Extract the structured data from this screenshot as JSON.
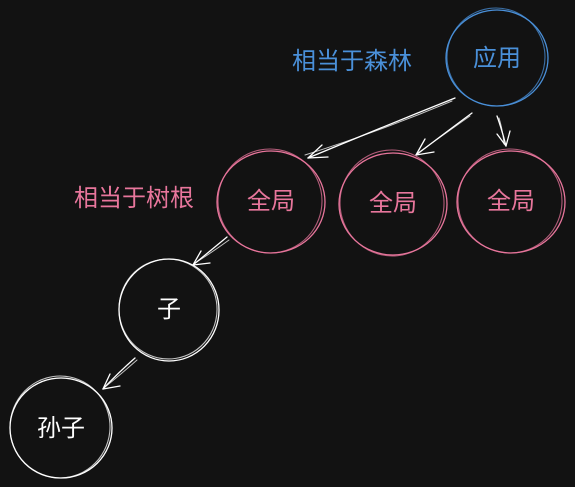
{
  "colors": {
    "background": "#121212",
    "forest": "#4a90d9",
    "root": "#e8769c",
    "leaf": "#ffffff",
    "edge": "#ffffff"
  },
  "diagram": {
    "labels": {
      "forest_note": "相当于森林",
      "root_note": "相当于树根"
    },
    "nodes": {
      "app": "应用",
      "global_1": "全局",
      "global_2": "全局",
      "global_3": "全局",
      "child": "子",
      "grandchild": "孙子"
    }
  }
}
